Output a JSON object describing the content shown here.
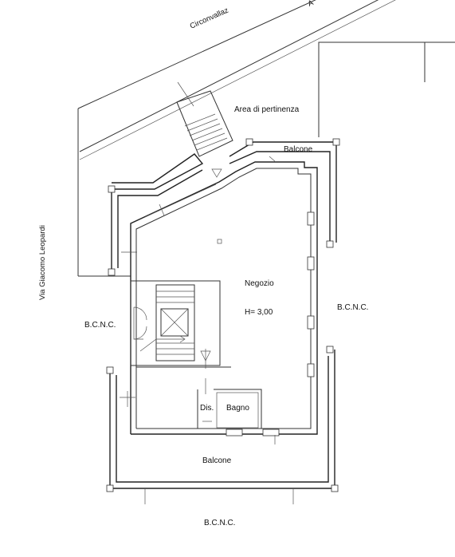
{
  "labels": {
    "street_top": "Circonvallaz",
    "street_top_right": "A",
    "street_left": "Via Giacomo Leopardi",
    "area": "Area di pertinenza",
    "balcone_top": "Balcone",
    "negozio": "Negozio",
    "height": "H= 3,00",
    "bcnc_left": "B.C.N.C.",
    "bcnc_right": "B.C.N.C.",
    "bcnc_bottom": "B.C.N.C.",
    "dis": "Dis.",
    "bagno": "Bagno",
    "balcone_bottom": "Balcone"
  }
}
